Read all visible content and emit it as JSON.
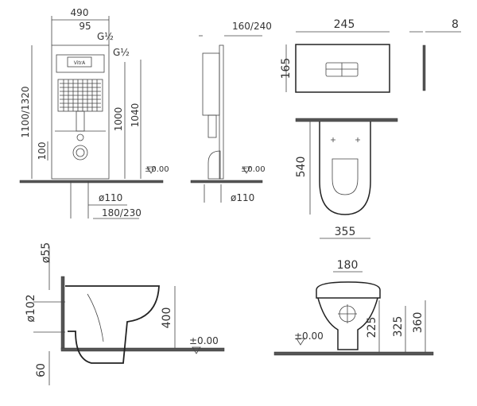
{
  "title": "Wall-hung WC installation technical drawing",
  "frame_front": {
    "width": "490",
    "offset": "95",
    "g1": "G½",
    "g2": "G½",
    "brand": "VitrA",
    "height": "1100/1320",
    "h1000": "1000",
    "h1040": "1040",
    "d100": "100",
    "level": "±0.00",
    "pipe": "ø110",
    "spacing": "180/230"
  },
  "frame_side": {
    "depth": "160/240",
    "level": "±0.00",
    "pipe": "ø110"
  },
  "flush_plate": {
    "width": "245",
    "height": "165",
    "thickness": "8"
  },
  "bowl_top": {
    "length": "540",
    "width": "355"
  },
  "bowl_side": {
    "d55": "ø55",
    "d102": "ø102",
    "height": "400",
    "level": "±0.00",
    "floor": "60"
  },
  "bowl_front": {
    "spacing": "180",
    "level": "±0.00",
    "h225": "225",
    "h325": "325",
    "h360": "360"
  }
}
